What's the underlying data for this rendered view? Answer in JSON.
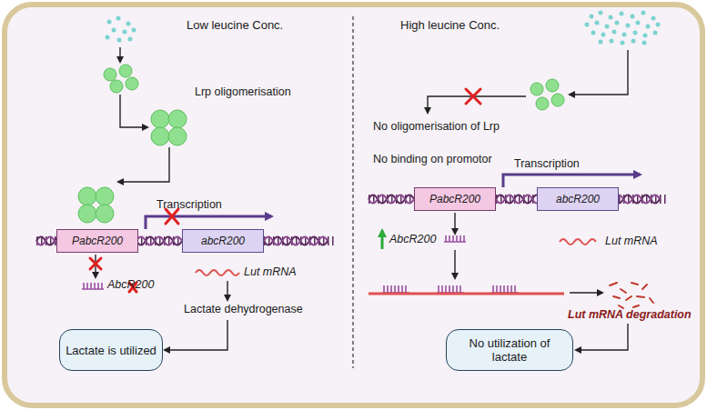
{
  "diagram": {
    "nodes": [
      {
        "text": [
          "PabcR200"
        ]
      },
      {
        "text": [
          "abcR200"
        ]
      },
      {
        "text": [
          "Lactate is utilized"
        ]
      },
      {
        "text": [
          "PabcR200"
        ]
      },
      {
        "text": [
          "abcR200"
        ]
      },
      {
        "text": [
          "No utilization of lactate"
        ]
      }
    ],
    "labels": [
      "Low leucine Conc.",
      "Lrp oligomerisation",
      "Transcription",
      "AbcR200",
      "Lut mRNA",
      "Lactate dehydrogenase",
      "High leucine Conc.",
      "No oligomerisation of Lrp",
      "No binding on promotor",
      "Transcription",
      "AbcR200",
      "Lut mRNA",
      "Lut mRNA degradation"
    ]
  }
}
